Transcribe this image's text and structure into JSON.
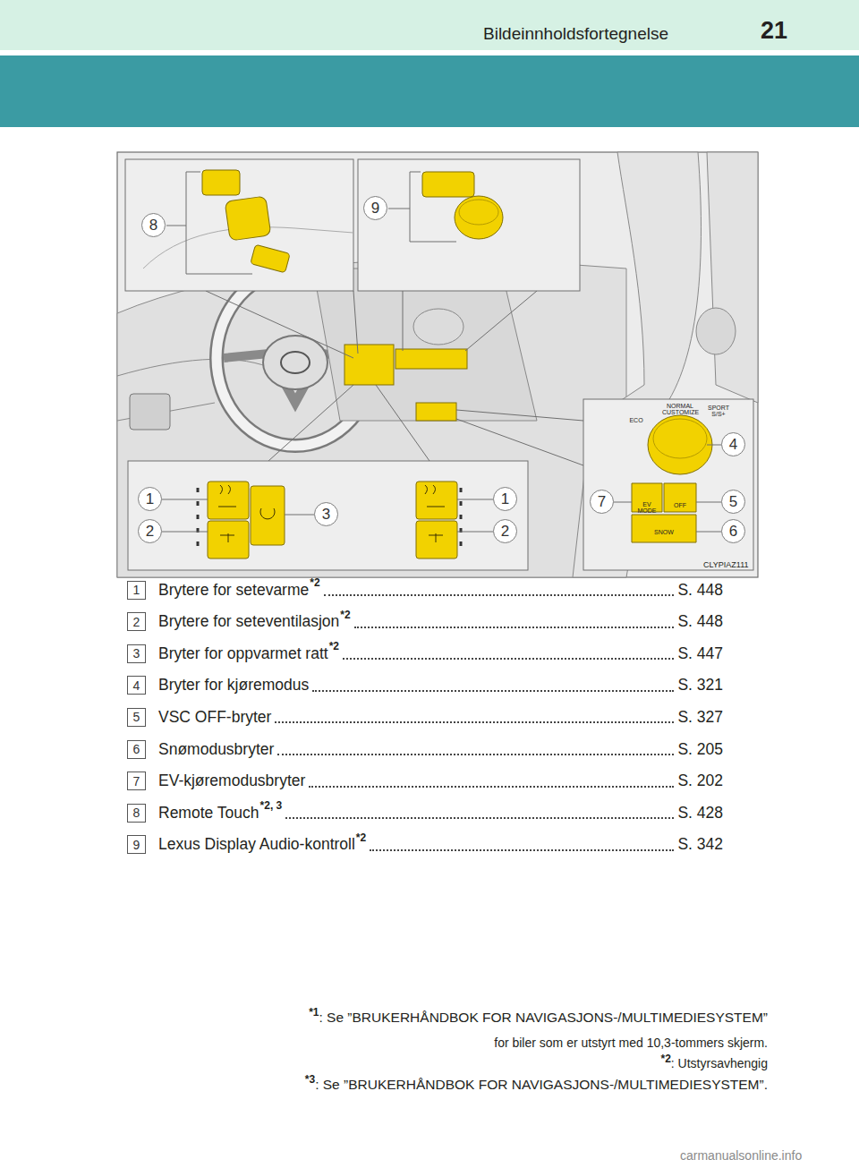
{
  "diagram": {
    "title": "Bildeinnholdsfortegnelse",
    "labels": [
      "21",
      "8",
      "9",
      "4",
      "1",
      "1",
      "7",
      "5",
      "3",
      "2",
      "2",
      "6",
      "ECO",
      "NORMAL CUSTOMIZE",
      "SPORT S/S+",
      "EV MODE",
      "OFF",
      "SNOW",
      "CLYPIAZ111",
      "1",
      "Brytere for setevarme",
      "*2",
      "S. 448",
      "2",
      "Brytere for seteventilasjon",
      "*2",
      "S. 448",
      "3",
      "Bryter for oppvarmet ratt",
      "*2",
      "S. 447",
      "4",
      "Bryter for kjøremodus",
      "S. 321",
      "5",
      "VSC OFF-bryter",
      "S. 327",
      "6",
      "Snømodusbryter",
      "S. 205",
      "7",
      "EV-kjøremodusbryter",
      "S. 202",
      "8",
      "Remote Touch",
      "*2, 3",
      "S. 428",
      "9",
      "Lexus Display Audio-kontroll",
      "*2",
      "S. 342",
      "*1",
      ": Se ”BRUKERHÅNDBOK FOR NAVIGASJONS-/MULTIMEDIESYSTEM”",
      "for biler som er utstyrt med 10,3-tommers skjerm.",
      "*2",
      ": Utstyrsavhengig",
      "*3",
      ": Se ”BRUKERHÅNDBOK FOR NAVIGASJONS-/MULTIMEDIESYSTEM”.",
      "carmanualsonline.info"
    ]
  }
}
